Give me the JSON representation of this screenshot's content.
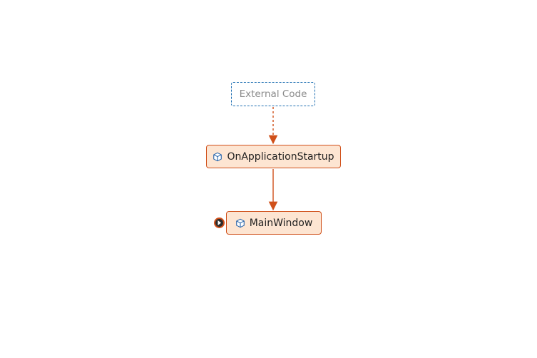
{
  "diagram": {
    "nodes": [
      {
        "id": "external",
        "label": "External Code",
        "kind": "external",
        "icon": ""
      },
      {
        "id": "startup",
        "label": "OnApplicationStartup",
        "kind": "frame",
        "icon": "cube-icon"
      },
      {
        "id": "main",
        "label": "MainWindow",
        "kind": "frame",
        "icon": "cube-icon",
        "current": true
      }
    ],
    "edges": [
      {
        "from": "external",
        "to": "startup",
        "style": "dashed"
      },
      {
        "from": "startup",
        "to": "main",
        "style": "solid"
      }
    ],
    "colors": {
      "edge": "#d0501a",
      "frame_fill": "#fde5d2",
      "frame_border": "#d0501a",
      "external_border": "#1f6fb2",
      "external_text": "#8a8a8a",
      "cube_icon": "#1f5fa8",
      "current_marker": "#d0501a"
    }
  }
}
